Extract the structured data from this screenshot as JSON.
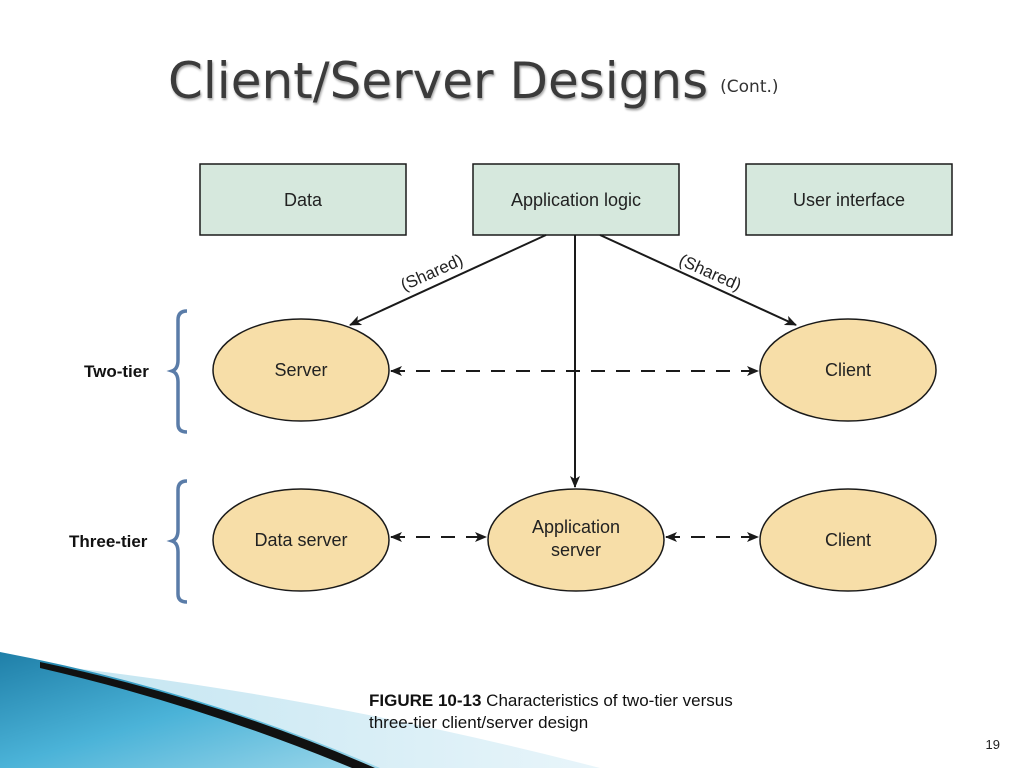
{
  "slide": {
    "title": "Client/Server Designs",
    "title_suffix": "(Cont.)",
    "page_number": "19"
  },
  "diagram": {
    "boxes": {
      "data": "Data",
      "application_logic": "Application logic",
      "user_interface": "User interface"
    },
    "arrow_labels": {
      "left": "(Shared)",
      "right": "(Shared)"
    },
    "tiers": {
      "two_tier": {
        "label": "Two-tier",
        "left": "Server",
        "right": "Client"
      },
      "three_tier": {
        "label": "Three-tier",
        "left": "Data server",
        "middle_line1": "Application",
        "middle_line2": "server",
        "right": "Client"
      }
    }
  },
  "caption": {
    "figure_number": "FIGURE 10-13",
    "text_line1": "Characteristics of two-tier versus",
    "text_line2": "three-tier client/server design"
  },
  "colors": {
    "box_fill": "#d6e8dd",
    "ellipse_fill": "#f7dea8",
    "bracket": "#5a7ca8",
    "stroke": "#1a1a1a"
  }
}
